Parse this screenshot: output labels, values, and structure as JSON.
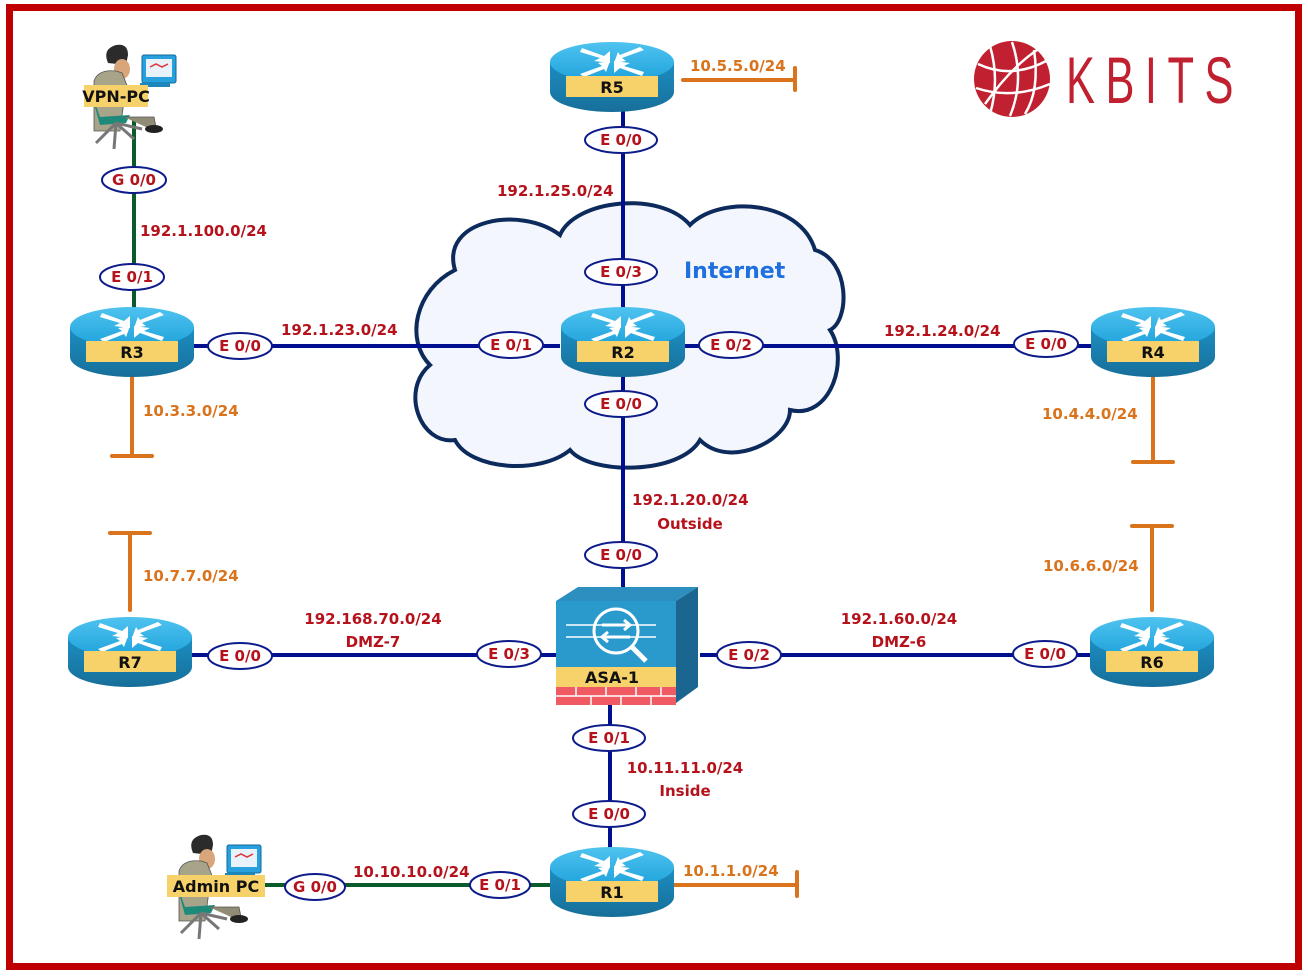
{
  "brand": {
    "name": "KBITS",
    "color": "#c0202f"
  },
  "colors": {
    "frame": "#c00000",
    "wan_link": "#000f8f",
    "host_link": "#0b5a2a",
    "lan_stub": "#d9731c",
    "interface_text": "#b5121b",
    "cloud_label": "#1e6fe0"
  },
  "cloud": {
    "label": "Internet"
  },
  "devices": {
    "r1": {
      "label": "R1",
      "type": "router"
    },
    "r2": {
      "label": "R2",
      "type": "router"
    },
    "r3": {
      "label": "R3",
      "type": "router"
    },
    "r4": {
      "label": "R4",
      "type": "router"
    },
    "r5": {
      "label": "R5",
      "type": "router"
    },
    "r6": {
      "label": "R6",
      "type": "router"
    },
    "r7": {
      "label": "R7",
      "type": "router"
    },
    "asa": {
      "label": "ASA-1",
      "type": "firewall"
    },
    "vpn_pc": {
      "label": "VPN-PC",
      "type": "pc"
    },
    "admin_pc": {
      "label": "Admin PC",
      "type": "pc"
    }
  },
  "links": {
    "r5_r2": {
      "subnet": "192.1.25.0/24",
      "a_if": "E 0/0",
      "b_if": "E 0/3"
    },
    "r3_r2": {
      "subnet": "192.1.23.0/24",
      "a_if": "E 0/0",
      "b_if": "E 0/1"
    },
    "r2_r4": {
      "subnet": "192.1.24.0/24",
      "a_if": "E 0/2",
      "b_if": "E 0/0"
    },
    "r2_asa": {
      "subnet": "192.1.20.0/24",
      "zone": "Outside",
      "a_if": "E 0/0",
      "b_if": "E 0/0"
    },
    "r7_asa": {
      "subnet": "192.168.70.0/24",
      "zone": "DMZ-7",
      "a_if": "E 0/0",
      "b_if": "E 0/3"
    },
    "asa_r6": {
      "subnet": "192.1.60.0/24",
      "zone": "DMZ-6",
      "a_if": "E 0/2",
      "b_if": "E 0/0"
    },
    "asa_r1": {
      "subnet": "10.11.11.0/24",
      "zone": "Inside",
      "a_if": "E 0/1",
      "b_if": "E 0/0"
    },
    "vpn_r3": {
      "subnet": "192.1.100.0/24",
      "a_if": "G 0/0",
      "b_if": "E 0/1"
    },
    "admin_r1": {
      "subnet": "10.10.10.0/24",
      "a_if": "G 0/0",
      "b_if": "E 0/1"
    }
  },
  "lans": {
    "r5": "10.5.5.0/24",
    "r3": "10.3.3.0/24",
    "r4": "10.4.4.0/24",
    "r7": "10.7.7.0/24",
    "r6": "10.6.6.0/24",
    "r1": "10.1.1.0/24"
  }
}
